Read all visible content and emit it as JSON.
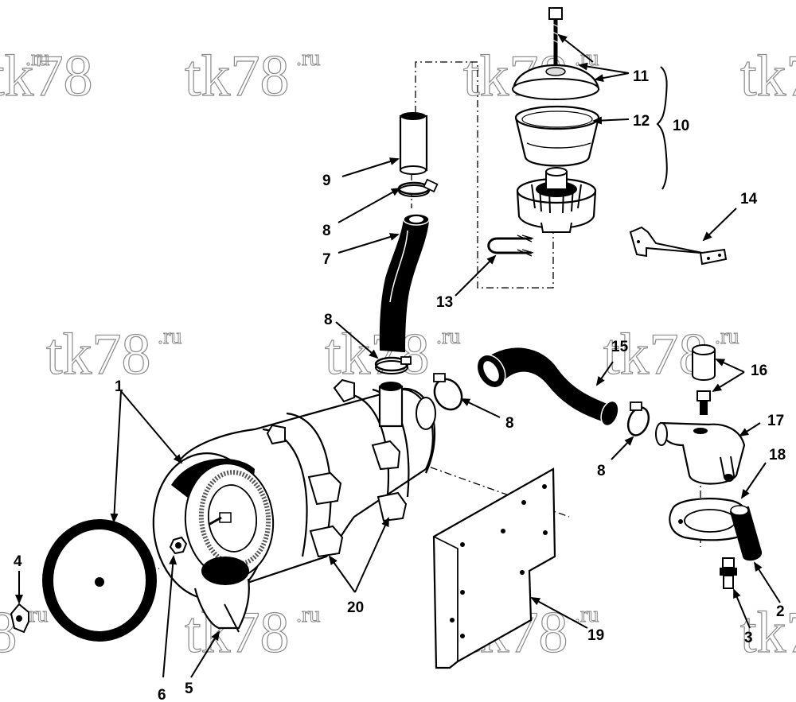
{
  "watermark": {
    "main": "tk78",
    "sup": ".ru"
  },
  "callouts": [
    "1",
    "2",
    "3",
    "4",
    "5",
    "6",
    "7",
    "8",
    "9",
    "10",
    "11",
    "12",
    "13",
    "14",
    "15",
    "16",
    "17",
    "18",
    "19",
    "20"
  ]
}
